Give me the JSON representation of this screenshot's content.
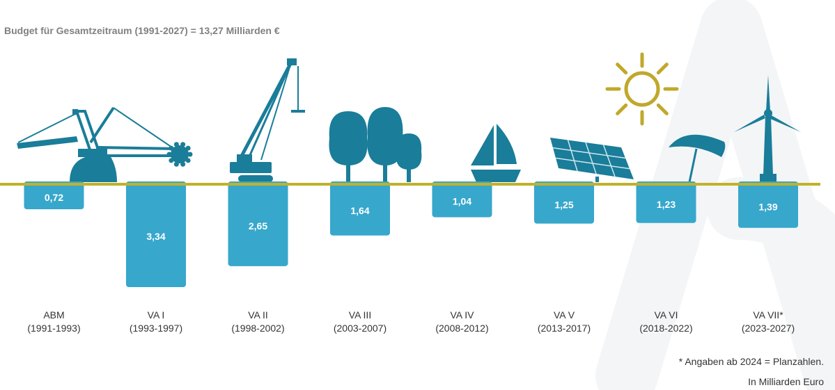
{
  "title": "Budget für Gesamtzeitraum (1991-2027) = 13,27 Milliarden  €",
  "note_forecast": "* Angaben ab 2024 = Planzahlen.",
  "note_unit": "In  Milliarden Euro",
  "colors": {
    "bar": "#37a7cc",
    "baseline": "#c0b22b",
    "icon": "#1a7d99",
    "sun": "#c0a82b",
    "label": "#333333",
    "watermark": "#f2f4f6"
  },
  "chart_data": {
    "type": "bar",
    "orientation": "downward",
    "categories": [
      {
        "name": "ABM",
        "period": "(1991-1993)",
        "icon": "bucket-wheel-excavator-icon"
      },
      {
        "name": "VA I",
        "period": "(1993-1997)",
        "icon": "bucket-wheel-excavator-icon"
      },
      {
        "name": "VA II",
        "period": "(1998-2002)",
        "icon": "crawler-crane-icon"
      },
      {
        "name": "VA III",
        "period": "(2003-2007)",
        "icon": "trees-icon"
      },
      {
        "name": "VA IV",
        "period": "(2008-2012)",
        "icon": "sailboat-icon"
      },
      {
        "name": "VA V",
        "period": "(2013-2017)",
        "icon": "solar-panel-icon"
      },
      {
        "name": "VA VI",
        "period": "(2018-2022)",
        "icon": "sun-umbrella-icon"
      },
      {
        "name": "VA VII*",
        "period": "(2023-2027)",
        "icon": "wind-turbine-icon"
      }
    ],
    "values": [
      0.72,
      3.34,
      2.65,
      1.64,
      1.04,
      1.25,
      1.23,
      1.39
    ],
    "value_labels": [
      "0,72",
      "3,34",
      "2,65",
      "1,64",
      "1,04",
      "1,25",
      "1,23",
      "1,39"
    ],
    "ylim": [
      0,
      3.34
    ],
    "unit": "Milliarden Euro",
    "grid": false,
    "legend": "none"
  }
}
